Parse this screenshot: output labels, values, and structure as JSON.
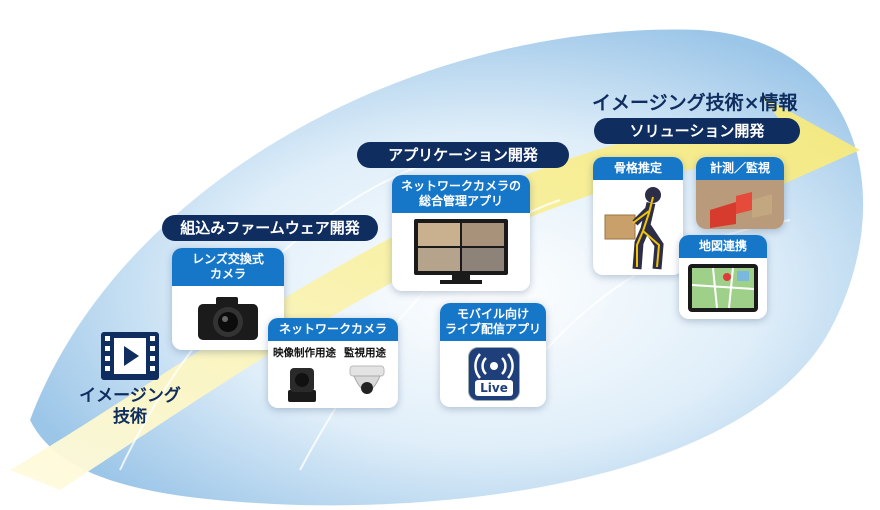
{
  "arrow_title": "イメージング技術×情報",
  "stages": {
    "firmware": "組込みファームウェア開発",
    "application": "アプリケーション開発",
    "solution": "ソリューション開発"
  },
  "base": {
    "line1": "イメージング",
    "line2": "技術"
  },
  "cards": {
    "lens_camera": {
      "line1": "レンズ交換式",
      "line2": "カメラ"
    },
    "network_camera": {
      "title": "ネットワークカメラ",
      "sub_left": "映像制作用途",
      "sub_right": "監視用途"
    },
    "camera_manager": {
      "line1": "ネットワークカメラの",
      "line2": "総合管理アプリ"
    },
    "mobile_live": {
      "line1": "モバイル向け",
      "line2": "ライブ配信アプリ",
      "badge": "Live"
    },
    "skeleton": {
      "title": "骨格推定"
    },
    "measure": {
      "title": "計測／監視"
    },
    "map": {
      "title": "地図連携"
    }
  },
  "colors": {
    "navy": "#0f2d5e",
    "card_header": "#1677c9",
    "arrow_yellow": "#f6ee9c",
    "swirl_blue": "#a9cdea"
  }
}
